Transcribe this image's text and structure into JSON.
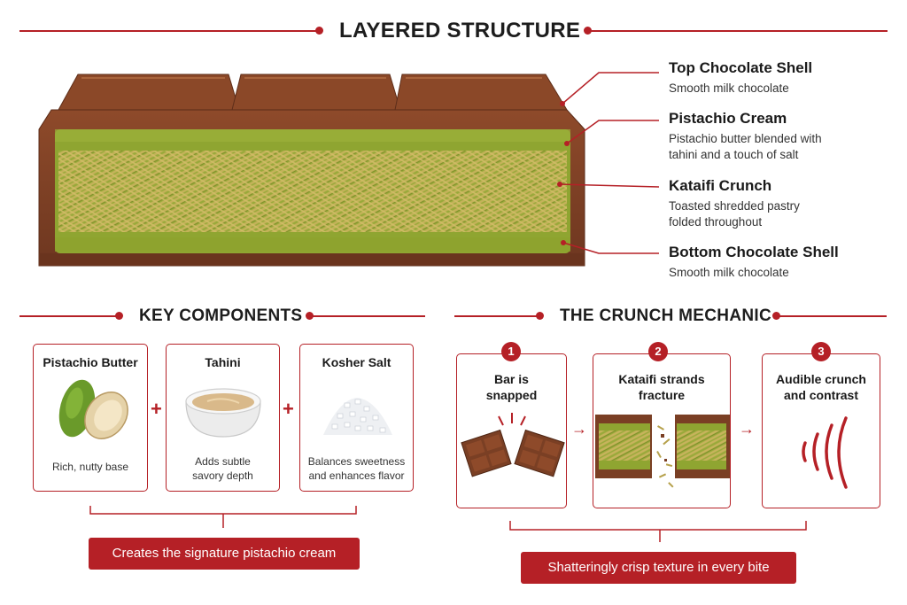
{
  "header": {
    "title": "LAYERED STRUCTURE"
  },
  "layers": [
    {
      "title": "Top Chocolate Shell",
      "desc": [
        "Smooth milk chocolate"
      ]
    },
    {
      "title": "Pistachio Cream",
      "desc": [
        "Pistachio butter blended with",
        "tahini and a touch of salt"
      ]
    },
    {
      "title": "Kataifi Crunch",
      "desc": [
        "Toasted shredded pastry",
        "folded throughout"
      ]
    },
    {
      "title": "Bottom Chocolate Shell",
      "desc": [
        "Smooth milk chocolate"
      ]
    }
  ],
  "components": {
    "heading": "KEY COMPONENTS",
    "cards": [
      {
        "title": "Pistachio Butter",
        "desc": [
          "Rich, nutty base"
        ]
      },
      {
        "title": "Tahini",
        "desc": [
          "Adds subtle",
          "savory depth"
        ]
      },
      {
        "title": "Kosher Salt",
        "desc": [
          "Balances sweetness",
          "and enhances flavor"
        ]
      }
    ],
    "plus": "+",
    "banner": "Creates the signature pistachio cream"
  },
  "crunch": {
    "heading": "THE CRUNCH MECHANIC",
    "steps": [
      {
        "number": "1",
        "title": [
          "Bar is",
          "snapped"
        ]
      },
      {
        "number": "2",
        "title": [
          "Kataifi strands",
          "fracture"
        ]
      },
      {
        "number": "3",
        "title": [
          "Audible crunch",
          "and contrast"
        ]
      }
    ],
    "arrow": "→",
    "banner": "Shatteringly crisp texture in every bite"
  },
  "colors": {
    "accent": "#b52026",
    "chocolate": "#7a3f24",
    "chocolate_light": "#9a5533",
    "pistachio": "#8fa531",
    "kataifi": "#b6a14c"
  }
}
